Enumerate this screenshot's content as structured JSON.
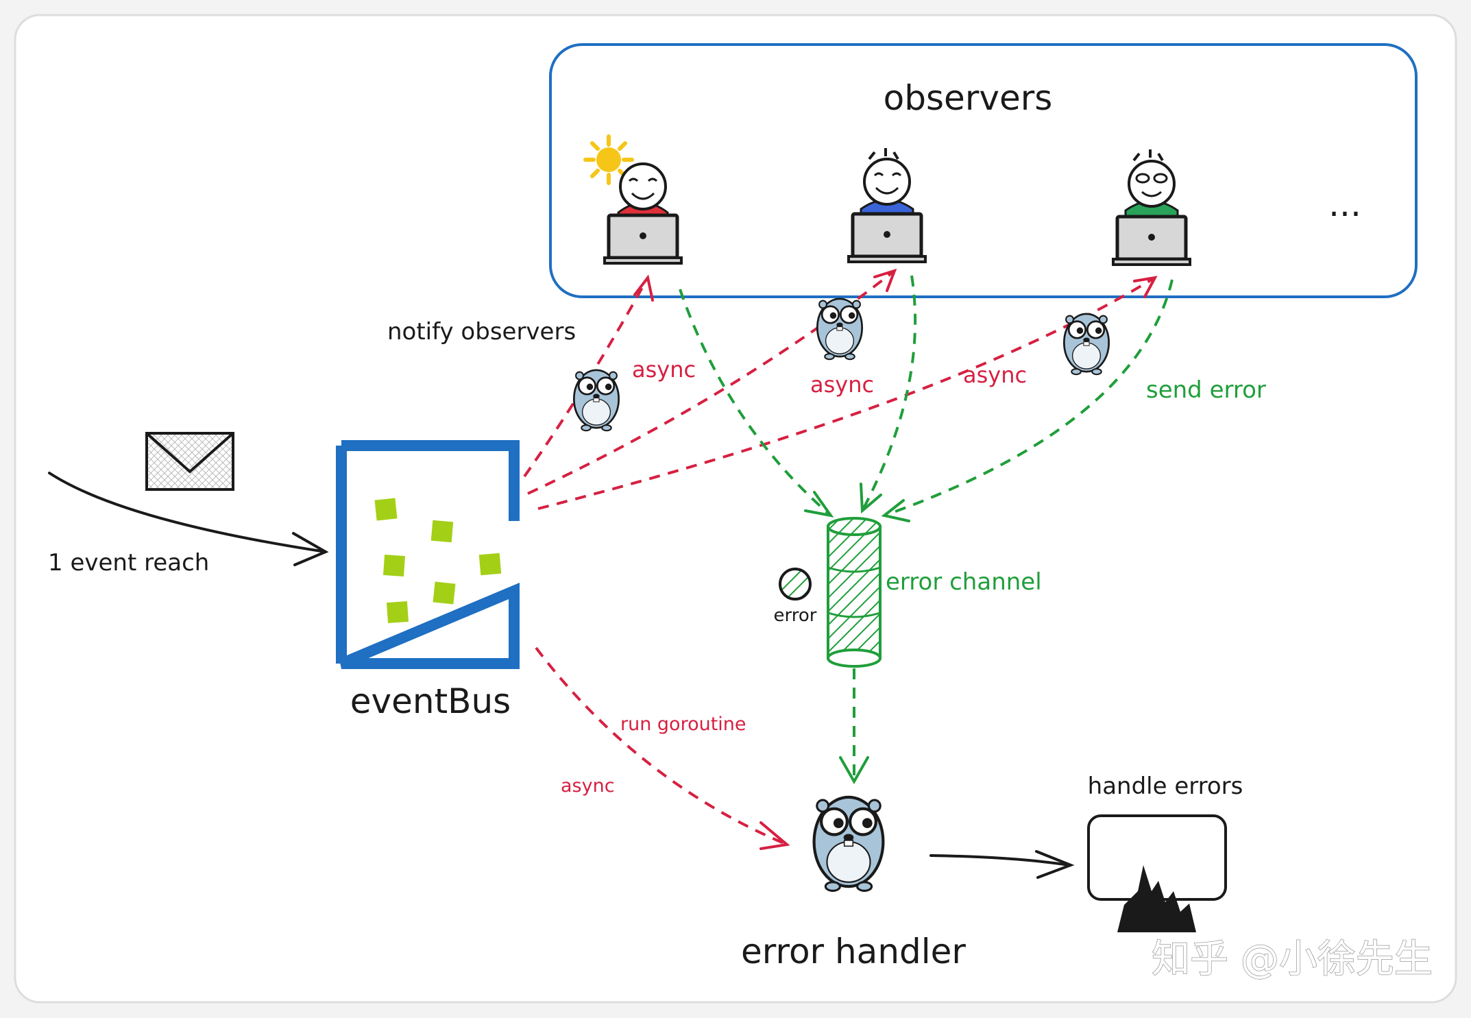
{
  "labels": {
    "observers": "observers",
    "ellipsis": "...",
    "notify_observers": "notify observers",
    "async_1": "async",
    "async_2": "async",
    "async_3": "async",
    "send_error": "send error",
    "event_reach": "1 event reach",
    "event_bus": "eventBus",
    "error_channel": "error channel",
    "error": "error",
    "run_goroutine": "run goroutine",
    "async_4": "async",
    "error_handler": "error handler",
    "handle_errors": "handle errors",
    "watermark": "知乎 @小徐先生"
  },
  "colors": {
    "observer_box": "#1f6fc2",
    "event_bus": "#1f6fc2",
    "event_square": "#a3d016",
    "red_arrow": "#d62041",
    "green_arrow": "#1f9e3a",
    "gopher": "#a8c4d9",
    "observer_shirts": [
      "#e0303a",
      "#3a64d8",
      "#2aa35a"
    ]
  },
  "icons": [
    "envelope-icon",
    "gopher-icon",
    "laptop-icon",
    "sun-icon",
    "fire-icon",
    "error-ball-icon"
  ]
}
